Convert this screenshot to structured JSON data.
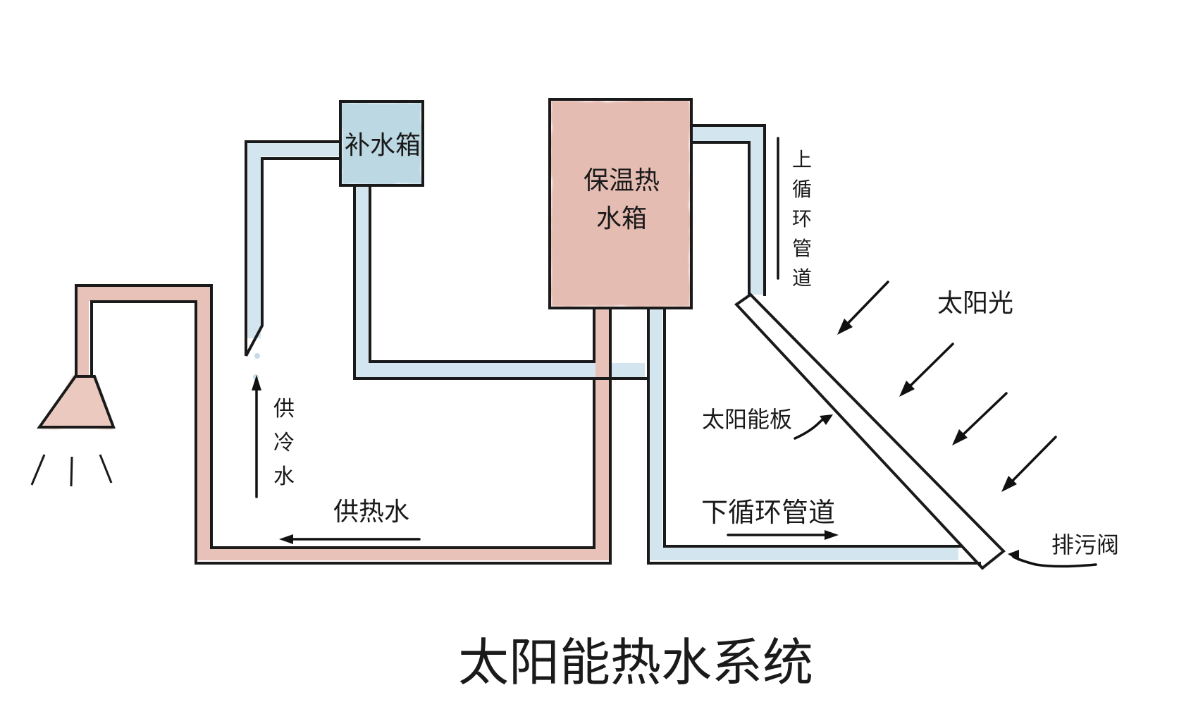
{
  "title": "太阳能热水系统",
  "colors": {
    "cold_water": "#d3e5ee",
    "hot_water": "#e8c2b8",
    "hot_tank": "#e4b9ae",
    "makeup_tank": "#b9d6e2",
    "outline": "#1a1a1a"
  },
  "labels": {
    "makeup_tank": "补水箱",
    "hot_tank_line1": "保温热",
    "hot_tank_line2": "水箱",
    "upper_pipe": [
      "上",
      "循",
      "环",
      "管",
      "道"
    ],
    "sunlight": "太阳光",
    "solar_panel": "太阳能板",
    "cold_supply": [
      "供",
      "冷",
      "水"
    ],
    "hot_supply": "供热水",
    "lower_pipe": "下循环管道",
    "drain_valve": "排污阀"
  },
  "icons": [
    "shower-head-icon",
    "water-spray-icon",
    "sunlight-arrow-icon"
  ]
}
